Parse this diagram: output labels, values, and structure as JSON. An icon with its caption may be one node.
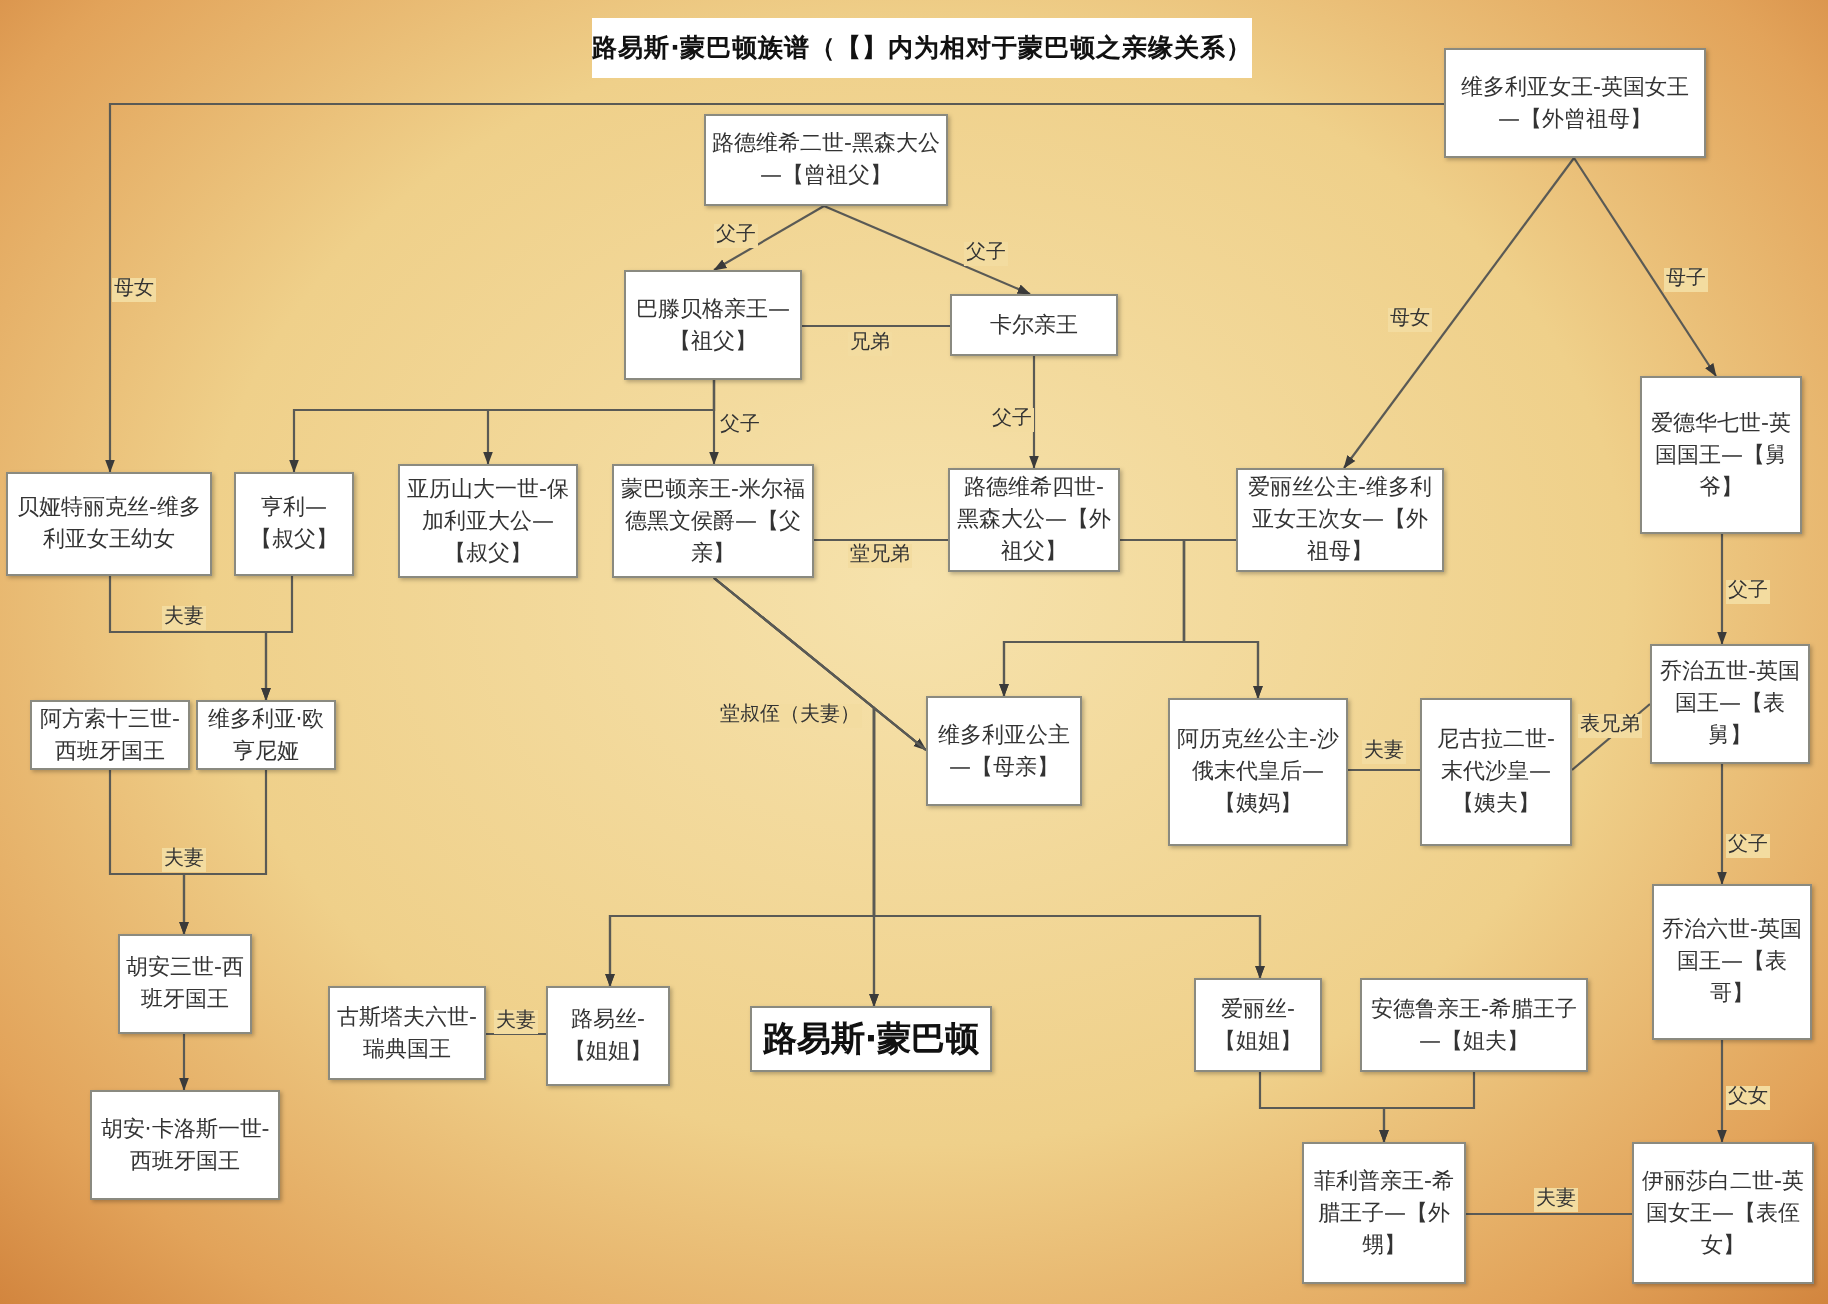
{
  "diagram": {
    "title": "路易斯·蒙巴顿族谱（【】内为相对于蒙巴顿之亲缘关系）",
    "nodes": [
      {
        "text": [
          "路德维希二世-黑森大公—【曾祖父】"
        ]
      },
      {
        "text": [
          "维多利亚女王-英国女王—【外曾祖母】"
        ]
      },
      {
        "text": [
          "巴滕贝格亲王—【祖父】"
        ]
      },
      {
        "text": [
          "卡尔亲王"
        ]
      },
      {
        "text": [
          "贝娅特丽克丝-维多利亚女王幼女"
        ]
      },
      {
        "text": [
          "亨利—【叔父】"
        ]
      },
      {
        "text": [
          "亚历山大一世-保加利亚大公—【叔父】"
        ]
      },
      {
        "text": [
          "蒙巴顿亲王-米尔福德黑文侯爵—【父亲】"
        ]
      },
      {
        "text": [
          "路德维希四世-黑森大公—【外祖父】"
        ]
      },
      {
        "text": [
          "爱丽丝公主-维多利亚女王次女—【外祖母】"
        ]
      },
      {
        "text": [
          "爱德华七世-英国国王—【舅爷】"
        ]
      },
      {
        "text": [
          "阿方索十三世-西班牙国王"
        ]
      },
      {
        "text": [
          "维多利亚·欧亨尼娅"
        ]
      },
      {
        "text": [
          "维多利亚公主—【母亲】"
        ]
      },
      {
        "text": [
          "阿历克丝公主-沙俄末代皇后—【姨妈】"
        ]
      },
      {
        "text": [
          "尼古拉二世-末代沙皇—【姨夫】"
        ]
      },
      {
        "text": [
          "乔治五世-英国国王—【表舅】"
        ]
      },
      {
        "text": [
          "乔治六世-英国国王—【表哥】"
        ]
      },
      {
        "text": [
          "胡安三世-西班牙国王"
        ]
      },
      {
        "text": [
          "古斯塔夫六世-瑞典国王"
        ]
      },
      {
        "text": [
          "路易丝-【姐姐】"
        ]
      },
      {
        "text": [
          "路易斯·蒙巴顿"
        ]
      },
      {
        "text": [
          "爱丽丝-【姐姐】"
        ]
      },
      {
        "text": [
          "安德鲁亲王-希腊王子—【姐夫】"
        ]
      },
      {
        "text": [
          "胡安·卡洛斯一世-西班牙国王"
        ]
      },
      {
        "text": [
          "菲利普亲王-希腊王子—【外甥】"
        ]
      },
      {
        "text": [
          "伊丽莎白二世-英国女王—【表侄女】"
        ]
      }
    ],
    "edges": [
      {
        "from": 0,
        "to": 2,
        "arrow": "to",
        "label": "父子"
      },
      {
        "from": 0,
        "to": 3,
        "arrow": "to",
        "label": "父子"
      },
      {
        "from": 2,
        "to": 3,
        "arrow": "none",
        "label": "兄弟"
      },
      {
        "from": 1,
        "to": 4,
        "arrow": "to",
        "label": "母女"
      },
      {
        "from": 1,
        "to": 9,
        "arrow": "to",
        "label": "母女"
      },
      {
        "from": 1,
        "to": 10,
        "arrow": "to",
        "label": "母子"
      },
      {
        "from": 2,
        "to": 5,
        "arrow": "to"
      },
      {
        "from": 2,
        "to": 6,
        "arrow": "to"
      },
      {
        "from": 2,
        "to": 7,
        "arrow": "to",
        "label": "父子"
      },
      {
        "from": 3,
        "to": 8,
        "arrow": "to",
        "label": "父子"
      },
      {
        "from": 7,
        "to": 8,
        "arrow": "none",
        "label": "堂兄弟"
      },
      {
        "from": 4,
        "to": 12,
        "arrow": "to",
        "label": "夫妻"
      },
      {
        "from": 5,
        "to": 12,
        "arrow": "to"
      },
      {
        "from": 8,
        "to": 13,
        "arrow": "to"
      },
      {
        "from": 9,
        "to": 13,
        "arrow": "to"
      },
      {
        "from": 8,
        "to": 14,
        "arrow": "to"
      },
      {
        "from": 9,
        "to": 14,
        "arrow": "to"
      },
      {
        "from": 7,
        "to": 13,
        "arrow": "to",
        "label": "堂叔侄（夫妻）"
      },
      {
        "from": 7,
        "to": 20,
        "arrow": "to"
      },
      {
        "from": 7,
        "to": 21,
        "arrow": "to"
      },
      {
        "from": 7,
        "to": 22,
        "arrow": "to"
      },
      {
        "from": 13,
        "to": 20,
        "arrow": "to"
      },
      {
        "from": 13,
        "to": 21,
        "arrow": "to"
      },
      {
        "from": 13,
        "to": 22,
        "arrow": "to"
      },
      {
        "from": 14,
        "to": 15,
        "arrow": "none",
        "label": "夫妻"
      },
      {
        "from": 15,
        "to": 16,
        "arrow": "none",
        "label": "表兄弟"
      },
      {
        "from": 10,
        "to": 16,
        "arrow": "to",
        "label": "父子"
      },
      {
        "from": 16,
        "to": 17,
        "arrow": "to",
        "label": "父子"
      },
      {
        "from": 17,
        "to": 26,
        "arrow": "to",
        "label": "父女"
      },
      {
        "from": 11,
        "to": 18,
        "arrow": "to",
        "label": "夫妻"
      },
      {
        "from": 12,
        "to": 18,
        "arrow": "to"
      },
      {
        "from": 18,
        "to": 24,
        "arrow": "to"
      },
      {
        "from": 19,
        "to": 20,
        "arrow": "none",
        "label": "夫妻"
      },
      {
        "from": 22,
        "to": 25,
        "arrow": "to"
      },
      {
        "from": 23,
        "to": 25,
        "arrow": "to"
      },
      {
        "from": 25,
        "to": 26,
        "arrow": "none",
        "label": "夫妻"
      }
    ]
  }
}
